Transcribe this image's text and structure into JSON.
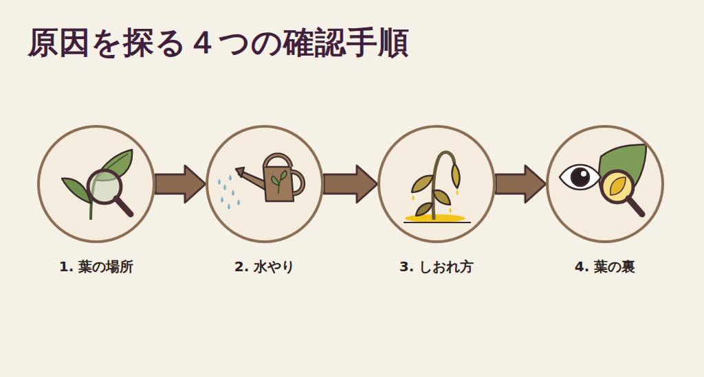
{
  "diagram": {
    "title": "原因を探る４つの確認手順",
    "nodes": [
      {
        "text": [
          "1. 葉の場所"
        ]
      },
      {
        "text": [
          "2. 水やり"
        ]
      },
      {
        "text": [
          "3. しおれ方"
        ]
      },
      {
        "text": [
          "4. 葉の裏"
        ]
      }
    ],
    "edges": [
      {
        "from": 0,
        "to": 1,
        "arrow": "to"
      },
      {
        "from": 1,
        "to": 2,
        "arrow": "to"
      },
      {
        "from": 2,
        "to": 3,
        "arrow": "to"
      }
    ]
  }
}
